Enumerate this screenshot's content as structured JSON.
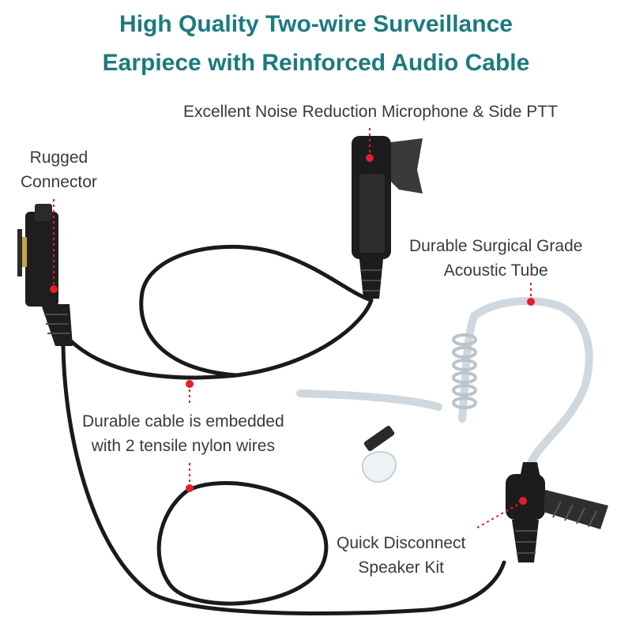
{
  "title": {
    "line1": "High Quality Two-wire Surveillance",
    "line2": "Earpiece with Reinforced Audio Cable"
  },
  "callouts": {
    "microphone": "Excellent Noise Reduction Microphone & Side PTT",
    "connector": [
      "Rugged",
      "Connector"
    ],
    "acoustic_tube": [
      "Durable Surgical Grade",
      "Acoustic Tube"
    ],
    "cable": [
      "Durable cable is embedded",
      "with 2 tensile nylon wires"
    ],
    "speaker_kit": [
      "Quick Disconnect",
      "Speaker Kit"
    ]
  },
  "colors": {
    "title": "#1d7a7e",
    "label_text": "#3a3a3a",
    "cable": "#1a1a1a",
    "marker": "#e0202a",
    "tube": "#cfd8de"
  }
}
